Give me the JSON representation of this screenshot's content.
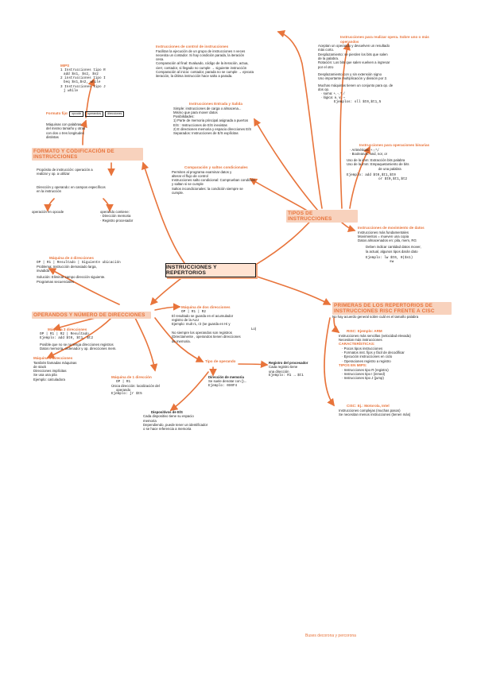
{
  "center": "INSTRUCCIONES Y REPERTORIOS",
  "formato": {
    "title": "FORMATO Y CODIFICACIÓN DE INSTRUCCIONES",
    "mips_label": "MIPS",
    "mips_lines": [
      "1 Instrucciones tipo R",
      "add $s1, $s2, $s2",
      "2 instrucciones tipo I",
      "beq $s1,$s2, while",
      "3 Instrucciones tipo J",
      "j while"
    ],
    "formato_fijo": "Formato fijo:",
    "formato_fijo_flow": [
      "opcode",
      "operandos",
      "direcciones"
    ],
    "maquinas": [
      "Máquinas con palabras",
      "del mismo tamaño y otras",
      "con dos o tres longitudes",
      "distintas"
    ],
    "proposito": [
      "Propósito de instrucción: operación a",
      "realizar y op. a utilizar"
    ],
    "direccion": [
      "Dirección y operando: en campos específicos",
      "en la instrucción"
    ],
    "op_campo": "operación en opcode",
    "op_contiene": [
      "operando contiene:",
      "· Dirección memoria",
      "· Registro procesador"
    ]
  },
  "control": {
    "title": "Instrucciones de control de instrucciones",
    "lines": [
      "Facilitan la ejecución de un grupo de instrucciones n veces",
      "necesita un contador. Si hay condición parada, la iteración",
      "cesa.",
      "Comparación al final: Evaluado, código de la iteración, actua,",
      "cierr, contador, si llegado no cumple → siguiente instrucción",
      "Comparación al inicio: contador, parada no se cumple → ejecuta",
      "iteración, la última instrucción hace salto a parada."
    ]
  },
  "entrada": {
    "title": "Instrucciones Entrada y Salida",
    "lines": [
      "Simple: instrucciones de carga o almacena...",
      "Mismo que para mover datos",
      "Posibilidades:",
      "1) Parte de memoria principal asignada a puertos",
      "E/S : Instrucciones de E/S inexistas",
      "2) E directiones memoria y espacio direcciones E/S",
      "Separados: Instrucciones de E/S explícitas"
    ]
  },
  "comparacion": {
    "title": "Comparación y saltos condicionales",
    "lines": [
      "Permiten al programa examinar datos y",
      "alterar el flujo de control",
      "Instrucciones salto condicional: Comprueban condición",
      "y saltan si se cumple",
      "Saltos incondicionales: la condición siempre se",
      "cumple."
    ]
  },
  "tipos": {
    "title": "TIPOS DE INSTRUCCIONES",
    "operaciones_title": "Instrucciones para realizar opera. Sobre uno o más operandos",
    "operaciones_lines": [
      "Aceptan un operando y devuelven un resultado",
      "más corto.",
      "Desplazamiento: se pierden los bits que salen",
      "de la palabra.",
      "Rotación: Los bits que salen vuelven a ingresar",
      "por el otro",
      "Desplazamiento con y sin extensión signo",
      "Uso importante multiplicación y división por 2.",
      "Muchas máquinas tienen un conjunto para op. de",
      "dos op.",
      "· suma: +, -, *, /",
      "· lógica: ∧, ∨, ¬",
      "Ejemplos: sll $t0,$t1,5"
    ],
    "binarias_title": "Instrucciones para operaciones binarias",
    "binarias_lines": [
      "· Aritméticas: +,-,*,/",
      "· Booleanas: and, nor, or",
      "Uso de la imm: Extracción bits palabra",
      "Uso de la imm: Empaquetamiento de bits",
      "de una palabra",
      "Ejemplo: add $t0,$t1,$t0",
      "or $t0,$t1,$t2"
    ],
    "movimiento_title": "Instrucciones de movimiento de datos",
    "movimiento_lines": [
      "Instrucciones más fundamentales",
      "Movimientos = mueven una copia",
      "Datos almacenados en: pila, mem, RG",
      "Deben indicar cantidad datos mover,",
      "la actual, algunos tipos darán dato",
      "Ejemplo: lw $t0, 0($s1)",
      "sw"
    ]
  },
  "primeras": {
    "title": "PRIMERAS DE LOS REPERTORIOS DE INSTRUCCIONES RISC FRENTE A CISC",
    "sub": "No hay acuerdo general sobre cuál es el tamaño palabra",
    "risc_title": "RISC: Ejemplo: ARM",
    "risc_lines": [
      "Instrucciones más sencillas (velocidad elevada)",
      "Necesitan más instrucciones",
      "CARACTERÍSTICAS:",
      "· Pocos tipos instrucciones",
      "· Formatos inst. fijos y fácil de decodificar",
      "· Ejecución instrucciones en ciclo",
      "· Operaciones registro a registro",
      "TIPOS EN MIPS:",
      "· Instrucciones tipo R (registro)",
      "· Instrucciones tipo I (inmed)",
      "· Instrucciones tipo J (jump)"
    ],
    "cisc_title": "CISC: Ej.: Motorola, Intel",
    "cisc_lines": [
      "Instrucciones complejas (muchas pasos)",
      "Se necesitan menos instrucciones (tienen más)"
    ]
  },
  "operandos": {
    "title": "OPERANDOS Y NÚMERO DE DIRECCIONES",
    "cuatro_title": "Máquina de 4 direcciones",
    "cuatro_lines": [
      "OP | R1 | Resultado | Siguiente ubicación",
      "Problema: Instrucción demasiado larga,",
      "invadida",
      "Solución: Eliminar campo dirección siguiente.",
      "Programas secuenciales"
    ],
    "tres_title": "Máquina 3 direcciones",
    "tres_lines": [
      "OP | R1 | R2 | Resultado",
      "Ejemplo: add $t0, $t1, $t2",
      "Posible que no se no tenga direcciones registros",
      "Datos memoria, ordenador y op. direcciones mem."
    ],
    "dos_title": "Máquina de dos direcciones",
    "dos_lines": [
      "OP | R1 | R2",
      "El resultado se guarda en el acumulador",
      "registro de la ALU",
      "Ejemplo: mult r1, r2 (se guarda en Hi y",
      "Lo)",
      "No siempre los operandos son registros",
      "(Directamente , operandos tienen direcciones",
      "de memoria."
    ],
    "cero_title": "Máquina 0 direcciones",
    "cero_lines": [
      "También llamadas máquinas",
      "de stack",
      "Direcciones implícitas",
      "Se usa una pila",
      "Ejemplo: calculadora"
    ],
    "una_title": "Máquina de 1 dirección",
    "una_lines": [
      "OP | R1",
      "Única dirección: localización del",
      "operando",
      "Ejemplo: jr $t5"
    ],
    "tipo_title": "Tipo de operando",
    "tipo_mem_title": "Dirección de memoria",
    "tipo_mem_lines": [
      "Se suele denotar con ()...",
      "Ejemplo: 0X0F4"
    ],
    "tipo_reg_title": "Registro del procesador",
    "tipo_reg_lines": [
      "Cada registro tiene",
      "una dirección",
      "Ejemplo: R1 → $t1"
    ],
    "es_title": "Dispositivos de E/S",
    "es_lines": [
      "Cada dispositivo tiene su espacio",
      "memoria",
      "Dependiendo, puede tener un identificador",
      "o se hace referencia a memoria"
    ]
  },
  "footer": "Buses decorona y percorona",
  "colors": {
    "accent": "#e8743b",
    "highlight": "#f8d2bd",
    "ink": "#1a1a1a"
  }
}
